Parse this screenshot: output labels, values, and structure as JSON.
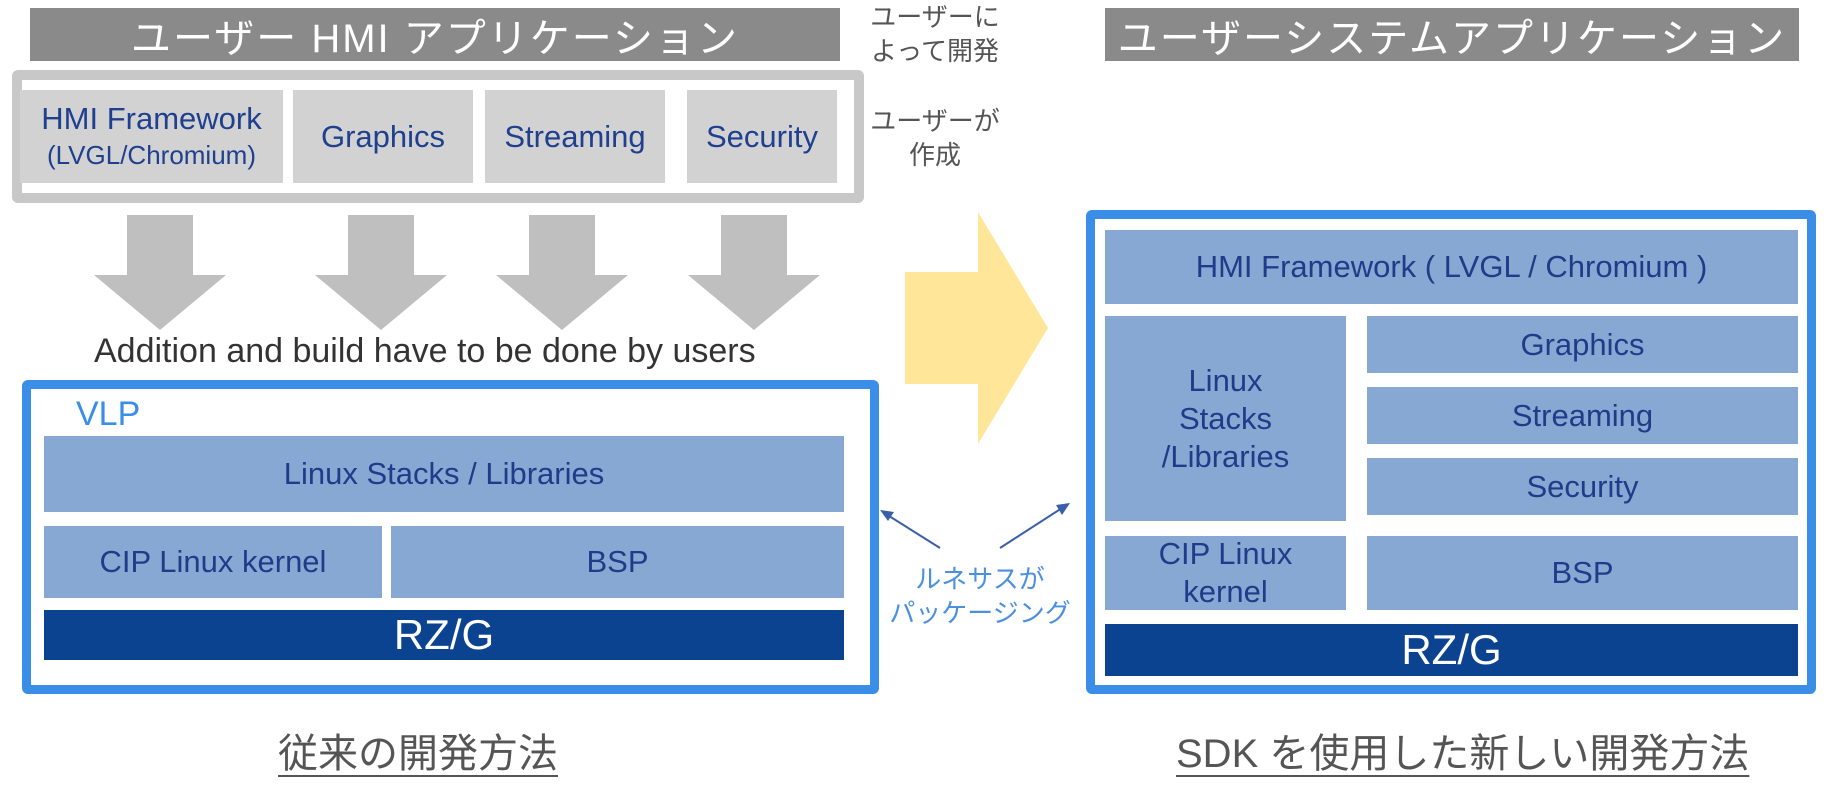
{
  "left": {
    "app_title": "ユーザー HMI アプリケーション",
    "user_dev_note": [
      "ユーザーに",
      "よって開発"
    ],
    "user_create_note": [
      "ユーザーが",
      "作成"
    ],
    "components": [
      {
        "label": "HMI Framework",
        "sub": "(LVGL/Chromium)"
      },
      {
        "label": "Graphics"
      },
      {
        "label": "Streaming"
      },
      {
        "label": "Security"
      }
    ],
    "build_note": "Addition and build have to be done by users",
    "vlp": {
      "label": "VLP",
      "linux_stacks": "Linux Stacks / Libraries",
      "kernel": "CIP Linux kernel",
      "bsp": "BSP",
      "soc": "RZ/G"
    },
    "caption": "従来の開発方法"
  },
  "center": {
    "packaging_note": [
      "ルネサスが",
      "パッケージング"
    ],
    "arrow_color": "#ffe699"
  },
  "right": {
    "app_title": "ユーザーシステムアプリケーション",
    "hmi_framework": "HMI Framework ( LVGL / Chromium )",
    "linux_stacks": [
      "Linux",
      "Stacks",
      "/Libraries"
    ],
    "graphics": "Graphics",
    "streaming": "Streaming",
    "security": "Security",
    "kernel": [
      "CIP Linux",
      "kernel"
    ],
    "bsp": "BSP",
    "soc": "RZ/G",
    "caption": "SDK を使用した新しい開発方法"
  },
  "colors": {
    "title_bg": "#8a8a8a",
    "frame_grey": "#c8c8c8",
    "box_grey": "#d2d2d2",
    "frame_blue": "#3a8ee8",
    "box_blue": "#87a8d2",
    "navy": "#0b4391",
    "text_blue": "#1f3f8f"
  }
}
